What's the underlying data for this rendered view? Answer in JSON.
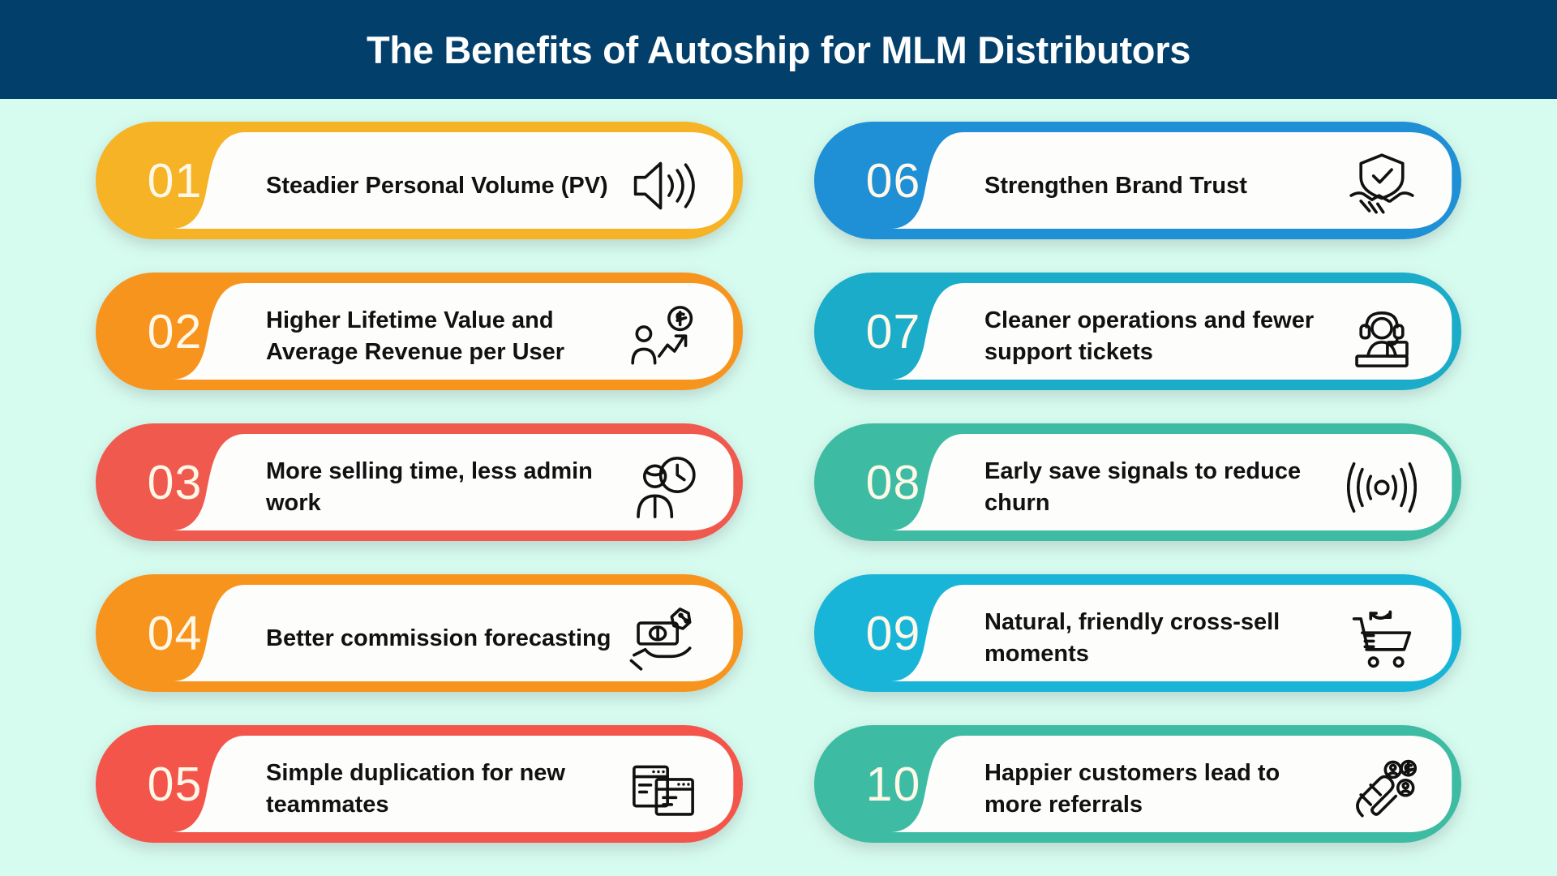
{
  "header": {
    "title": "The Benefits of Autoship for MLM Distributors",
    "background_color": "#023F6B",
    "text_color": "#FFFFFF"
  },
  "page": {
    "background_color": "#D6FBEF",
    "card_background_color": "#FDFDFC",
    "number_text_color": "#FFF8E8",
    "body_text_color": "#111111"
  },
  "left_column": [
    {
      "number": "01",
      "text": "Steadier Personal Volume (PV)",
      "color": "#F5B325",
      "icon": "megaphone-speaker-icon"
    },
    {
      "number": "02",
      "text": "Higher Lifetime Value and Average Revenue per User",
      "color": "#F7941D",
      "icon": "revenue-growth-person-icon"
    },
    {
      "number": "03",
      "text": "More selling time, less admin work",
      "color": "#F05A4E",
      "icon": "person-clock-icon"
    },
    {
      "number": "04",
      "text": "Better commission forecasting",
      "color": "#F7941D",
      "icon": "money-hand-percent-icon"
    },
    {
      "number": "05",
      "text": "Simple duplication for new teammates",
      "color": "#F4554A",
      "icon": "duplicate-windows-icon"
    }
  ],
  "right_column": [
    {
      "number": "06",
      "text": "Strengthen Brand Trust",
      "color": "#1F8FD6",
      "icon": "shield-handshake-icon"
    },
    {
      "number": "07",
      "text": "Cleaner operations and fewer support tickets",
      "color": "#1BACC9",
      "icon": "support-agent-headset-icon"
    },
    {
      "number": "08",
      "text": "Early save signals to reduce churn",
      "color": "#3EBCA3",
      "icon": "signal-broadcast-icon"
    },
    {
      "number": "09",
      "text": "Natural, friendly cross-sell moments",
      "color": "#19B5D8",
      "icon": "shopping-cart-crosssell-icon"
    },
    {
      "number": "10",
      "text": "Happier customers lead to more referrals",
      "color": "#3EBCA3",
      "icon": "magnet-referral-icon"
    }
  ]
}
